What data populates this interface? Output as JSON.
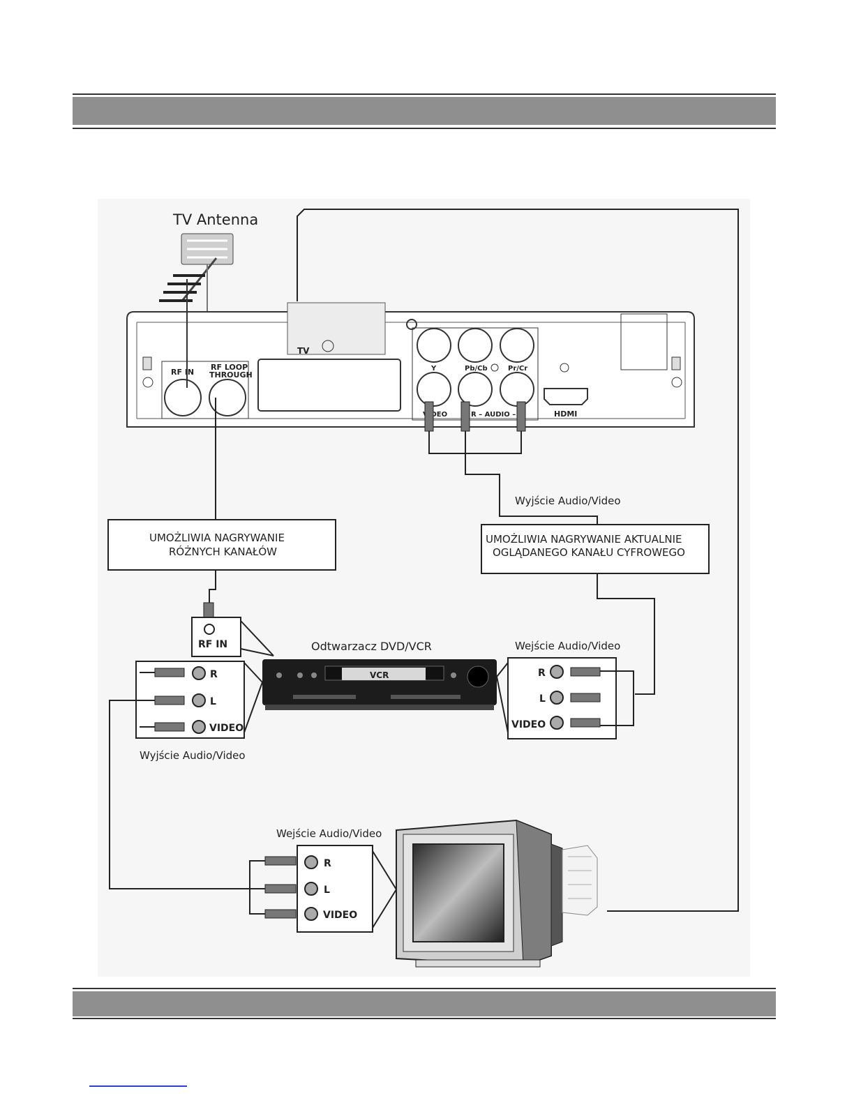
{
  "labels": {
    "antenna": "TV Antenna",
    "rf_in": "RF IN",
    "rf_loop": "RF LOOP",
    "through": "THROUGH",
    "tv_scart": "TV",
    "y": "Y",
    "pb_cb": "Pb/Cb",
    "pr_cr": "Pr/Cr",
    "video": "VIDEO",
    "audio": "R – AUDIO – L",
    "hdmi": "HDMI",
    "out_av_top": "Wyjście Audio/Video",
    "box_left_1": "UMOŻLIWIA NAGRYWANIE",
    "box_left_2": "RÓŻNYCH KANAŁÓW",
    "box_right_1": "UMOŻLIWIA NAGRYWANIE AKTUALNIE",
    "box_right_2": "OGLĄDANEGO KANAŁU CYFROWEGO",
    "dvd_vcr": "Odtwarzacz DVD/VCR",
    "vcr_rf_in": "RF IN",
    "vcr_in_av": "Wejście Audio/Video",
    "vcr_out_av": "Wyjście Audio/Video",
    "tv_in_av": "Wejście Audio/Video",
    "vcr_badge": "VCR",
    "r": "R",
    "l": "L"
  }
}
